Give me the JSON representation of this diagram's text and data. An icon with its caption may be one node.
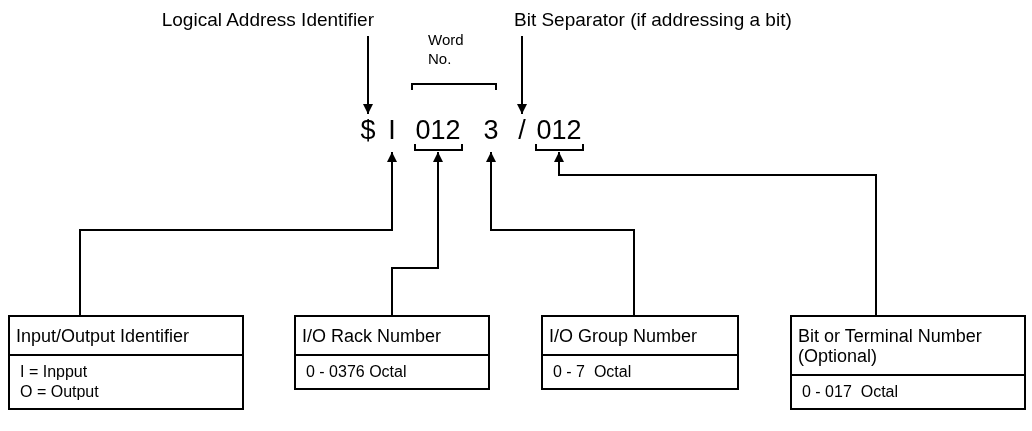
{
  "diagram": {
    "nodes": [
      {
        "text": [
          "Logical Address Identifier"
        ]
      },
      {
        "text": [
          "Bit Separator (if addressing a bit)"
        ]
      },
      {
        "text": [
          "$"
        ]
      },
      {
        "text": [
          "I"
        ]
      },
      {
        "text": [
          "012"
        ]
      },
      {
        "text": [
          "3"
        ]
      },
      {
        "text": [
          "/"
        ]
      },
      {
        "text": [
          "012"
        ]
      },
      {
        "text": [
          "Input/Output Identifier",
          "I = Inpput",
          "O = Output"
        ]
      },
      {
        "text": [
          "I/O Rack Number",
          "0 - 0376 Octal"
        ]
      },
      {
        "text": [
          "I/O Group Number",
          "0 - 7  Octal"
        ]
      },
      {
        "text": [
          "Bit or Terminal Number (Optional)",
          "0 - 017  Octal"
        ]
      }
    ],
    "edges": [
      {
        "from": 0,
        "to": 2,
        "arrow": "to"
      },
      {
        "from": 1,
        "to": 6,
        "arrow": "to"
      },
      {
        "from": 8,
        "to": 3,
        "arrow": "to"
      },
      {
        "from": 9,
        "to": 4,
        "arrow": "to"
      },
      {
        "from": 10,
        "to": 5,
        "arrow": "to"
      },
      {
        "from": 11,
        "to": 7,
        "arrow": "to"
      }
    ],
    "labels": [
      "Word No."
    ]
  }
}
